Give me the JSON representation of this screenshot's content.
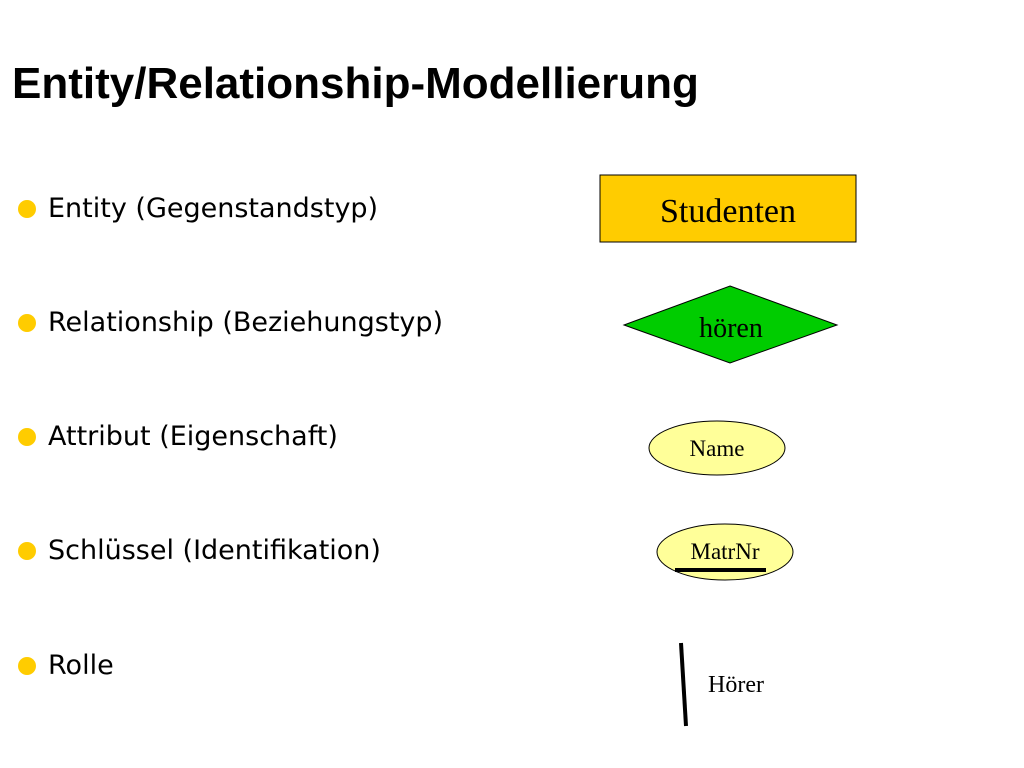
{
  "slide": {
    "title": "Entity/Relationship-Modellierung",
    "bullets": [
      "Entity (Gegenstandstyp)",
      "Relationship (Beziehungstyp)",
      "Attribut (Eigenschaft)",
      "Schlüssel (Identifikation)",
      "Rolle"
    ],
    "bullet_color": "#ffcc00"
  },
  "diagram": {
    "entity_label": "Studenten",
    "entity_color": "#ffcc00",
    "relationship_label": "hören",
    "relationship_color": "#00cc00",
    "attribute_label": "Name",
    "key_label": "MatrNr",
    "attribute_color": "#ffff99",
    "role_label": "Hörer"
  }
}
